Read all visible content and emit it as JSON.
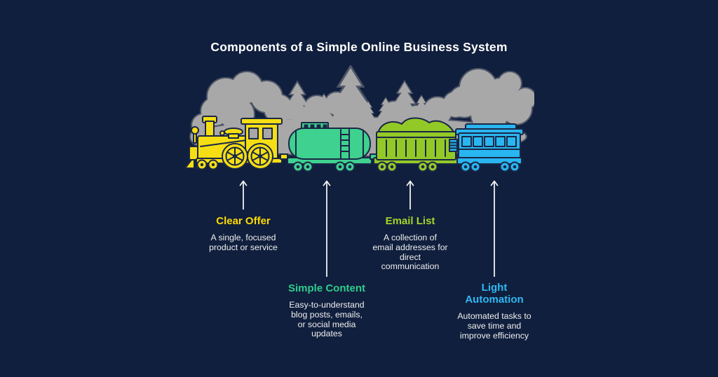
{
  "title": "Components of a Simple Online Business System",
  "palette": {
    "background": "#101F3D",
    "title_text": "#FFFFFF",
    "body_text": "#EFEFEF",
    "arrow": "#F2F2F2",
    "trees_gray": "#A8A8A8",
    "trees_outline": "#4E5568",
    "train_outline": "#1A2747",
    "locomotive_yellow": "#F5DE14",
    "tank_mint": "#3FD18F",
    "boxcar_lime": "#93C927",
    "passenger_blue": "#29B6F0"
  },
  "components": [
    {
      "id": "clear-offer",
      "label_lines": [
        "Clear Offer"
      ],
      "color": "#FFDB00",
      "desc_lines": [
        "A single, focused",
        "product or service"
      ],
      "arrow": "short"
    },
    {
      "id": "simple-content",
      "label_lines": [
        "Simple Content"
      ],
      "color": "#2ECD8D",
      "desc_lines": [
        "Easy-to-understand",
        "blog posts, emails,",
        "or social media",
        "updates"
      ],
      "arrow": "long"
    },
    {
      "id": "email-list",
      "label_lines": [
        "Email List"
      ],
      "color": "#A3D52B",
      "desc_lines": [
        "A collection of",
        "email addresses for",
        "direct",
        "communication"
      ],
      "arrow": "short"
    },
    {
      "id": "light-automation",
      "label_lines": [
        "Light",
        "Automation"
      ],
      "color": "#2FB9F3",
      "desc_lines": [
        "Automated tasks to",
        "save time and",
        "improve efficiency"
      ],
      "arrow": "long"
    }
  ]
}
